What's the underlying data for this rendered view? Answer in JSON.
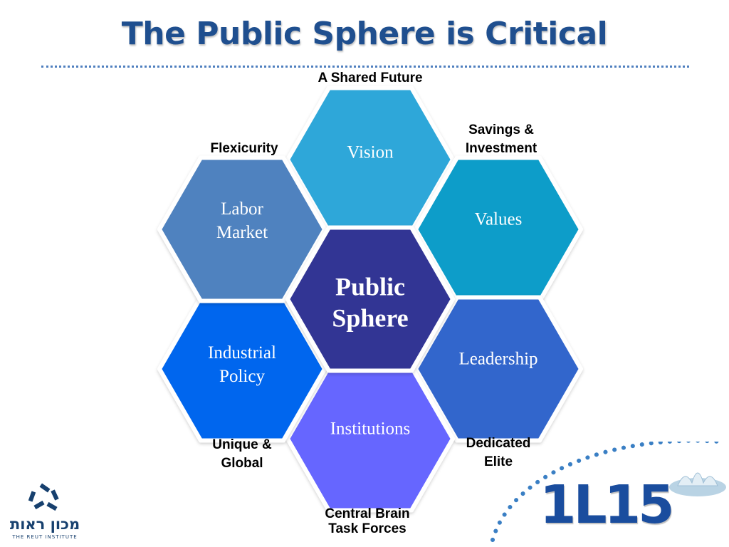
{
  "page": {
    "title": "The Public Sphere is Critical"
  },
  "diagram": {
    "center": {
      "label_lines": [
        "Public",
        "Sphere"
      ],
      "color": "#303494"
    },
    "hexagons": [
      {
        "id": "vision",
        "label_lines": [
          "Vision"
        ],
        "color": "#2fa7d9"
      },
      {
        "id": "values",
        "label_lines": [
          "Values"
        ],
        "color": "#0e9dc9"
      },
      {
        "id": "leadership",
        "label_lines": [
          "Leadership"
        ],
        "color": "#3366cc"
      },
      {
        "id": "institutions",
        "label_lines": [
          "Institutions"
        ],
        "color": "#6666ff"
      },
      {
        "id": "industrial-policy",
        "label_lines": [
          "Industrial",
          "Policy"
        ],
        "color": "#0066ee"
      },
      {
        "id": "labor-market",
        "label_lines": [
          "Labor",
          "Market"
        ],
        "color": "#4f82bf"
      }
    ],
    "outer_labels": [
      {
        "id": "shared-future",
        "lines": [
          "A Shared Future"
        ]
      },
      {
        "id": "savings-investment",
        "lines": [
          "Savings &",
          "Investment"
        ]
      },
      {
        "id": "dedicated-elite",
        "lines": [
          "Dedicated",
          "Elite"
        ]
      },
      {
        "id": "central-brain",
        "lines": [
          "Central Brain",
          "Task Forces"
        ]
      },
      {
        "id": "unique-global",
        "lines": [
          "Unique &",
          "Global"
        ]
      },
      {
        "id": "flexicurity",
        "lines": [
          "Flexicurity"
        ]
      }
    ]
  },
  "logos": {
    "reut_name": "מכון ראות",
    "reut_subtitle": "THE REUT INSTITUTE",
    "product_mark": "1L15"
  }
}
